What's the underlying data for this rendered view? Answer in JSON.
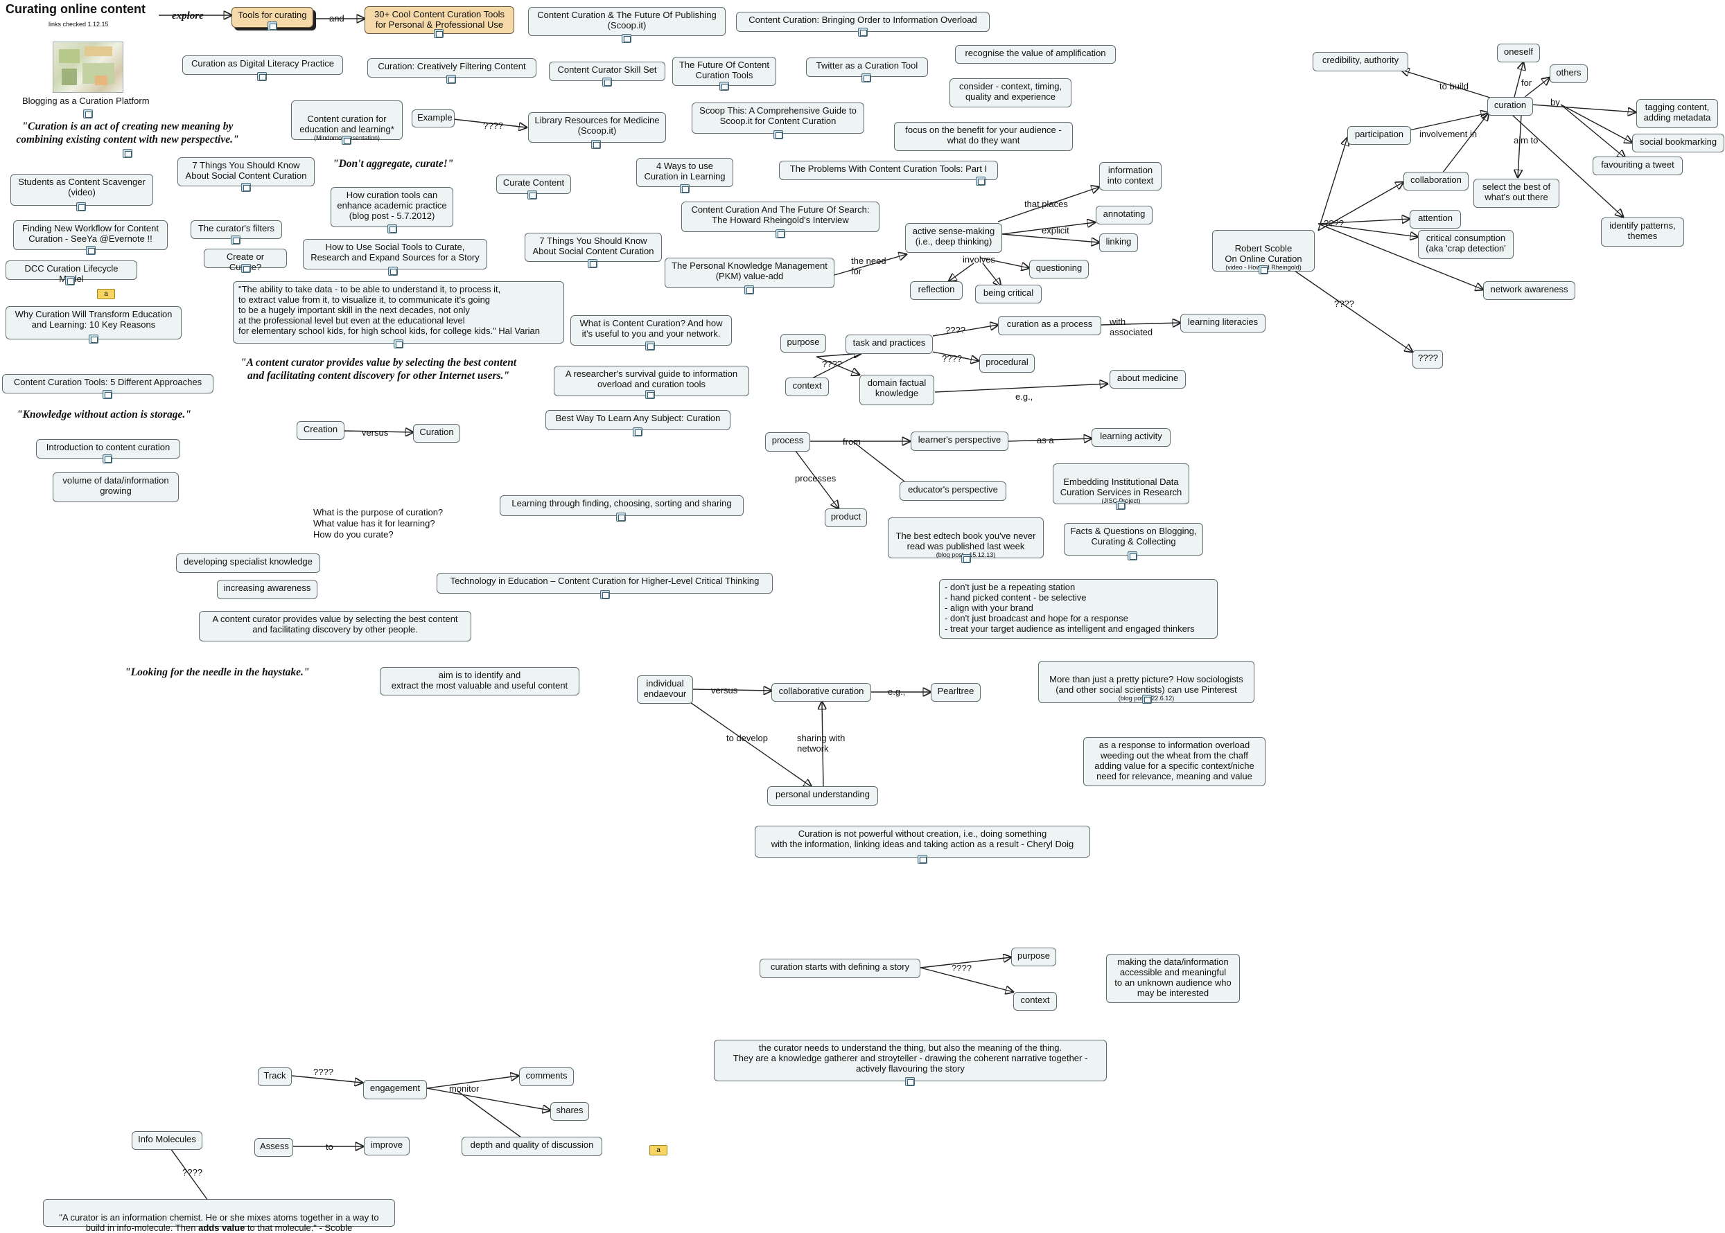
{
  "title": "Curating online content",
  "subtitle": "links checked 1.12.15",
  "thumbnail_label": "Blogging as a Curation Platform",
  "nodes": {
    "tools_for_curating": "Tools for curating",
    "cool_tools": "30+ Cool Content Curation Tools\nfor Personal & Professional Use",
    "future_publishing": "Content Curation & The Future Of Publishing\n(Scoop.it)",
    "bringing_order": "Content Curation: Bringing Order to Information Overload",
    "digital_literacy": "Curation as Digital Literacy Practice",
    "creatively_filtering": "Curation: Creatively Filtering Content",
    "skill_set": "Content Curator Skill Set",
    "future_tools": "The Future Of Content\nCuration Tools",
    "twitter_tool": "Twitter as a Curation Tool",
    "recognise_amplification": "recognise the value of amplification",
    "consider": "consider - context, timing,\nquality and experience",
    "curation_edu": "Content curation for\neducation and learning*",
    "curation_edu_sub": "(Mindomo presentation)",
    "example": "Example",
    "library_resources": "Library Resources for Medicine\n(Scoop.it)",
    "scoop_this": "Scoop This: A Comprehensive Guide to\nScoop.it for Content Curation",
    "focus_benefit": "focus on the benefit for your audience -\nwhat do they want",
    "students_scavenger": "Students as Content Scavenger\n(video)",
    "seven_things_a": "7 Things You Should Know\nAbout Social Content Curation",
    "curate_content": "Curate Content",
    "four_ways": "4 Ways to use\nCuration in Learning",
    "problems_tools": "The Problems With Content Curation Tools: Part I",
    "information_context": "information\ninto context",
    "finding_workflow": "Finding New Workflow for Content\nCuration - SeeYa @Evernote !!",
    "curators_filters": "The curator's filters",
    "how_tools_enhance": "How curation tools can\nenhance academic practice\n(blog post - 5.7.2012)",
    "future_search": "Content Curation And The Future Of Search:\nThe Howard Rheingold's Interview",
    "annotating": "annotating",
    "dcc_lifecycle": "DCC Curation Lifecycle Model",
    "create_or_curate": "Create or Curate?",
    "social_tools_story": "How to Use Social Tools to Curate,\nResearch and Expand Sources for a Story",
    "seven_things_b": "7 Things You Should Know\nAbout Social Content Curation",
    "active_sense": "active sense-making\n(i.e., deep thinking)",
    "linking": "linking",
    "pkm": "The Personal Knowledge Management\n(PKM) value-add",
    "questioning": "questioning",
    "reflection": "reflection",
    "being_critical": "being critical",
    "varian_quote": "\"The ability to take data - to be able to understand it, to process it,\nto extract value from it, to visualize it, to communicate it's going\nto be a hugely important skill in the next decades, not only\nat the professional level but even at the educational level\nfor elementary school kids, for high school kids, for college kids.\" Hal Varian",
    "why_transform": "Why Curation Will Transform Education\nand Learning: 10 Key Reasons",
    "what_is_curation": "What is Content Curation? And how\nit's useful to you and your network.",
    "purpose_a": "purpose",
    "task_practices": "task and practices",
    "curation_process": "curation as a process",
    "learning_literacies": "learning literacies",
    "procedural": "procedural",
    "researchers_guide": "A researcher's survival guide to information\noverload and curation tools",
    "context_a": "context",
    "domain_knowledge": "domain factual\nknowledge",
    "about_medicine": "about medicine",
    "five_approaches": "Content Curation Tools: 5 Different Approaches",
    "best_way": "Best Way To Learn Any Subject: Curation",
    "creation": "Creation",
    "curation_b": "Curation",
    "process": "process",
    "learners_perspective": "learner's perspective",
    "learning_activity": "learning activity",
    "intro_curation": "Introduction to content curation",
    "volume_data": "volume of data/information\ngrowing",
    "educators_perspective": "educator's perspective",
    "embedding": "Embedding Institutional Data\nCuration Services in Research",
    "embedding_sub": "(JISC Project)",
    "learning_finding": "Learning through finding, choosing, sorting and sharing",
    "product": "product",
    "edtech_book": "The best edtech book you've never\nread was published last week",
    "edtech_book_sub": "(blog post - 15.12.13)",
    "facts_questions": "Facts & Questions on Blogging,\nCurating & Collecting",
    "specialist_knowledge": "developing specialist knowledge",
    "tech_education": "Technology in Education – Content Curation for Higher-Level Critical Thinking",
    "repeating_station": "- don't just be a repeating station\n- hand picked content - be selective\n- align with your brand\n- don't just broadcast and hope for a response\n- treat your target audience as intelligent and engaged thinkers",
    "increasing_awareness": "increasing awareness",
    "curator_value": "A content curator provides value by selecting the best content\nand facilitating discovery by other people.",
    "aim_identify": "aim is to identify and\nextract the most valuable and useful content",
    "individual": "individual\nendaevour",
    "collaborative": "collaborative curation",
    "pearltree": "Pearltree",
    "pinterest": "More than just a pretty picture? How sociologists\n(and other social scientists) can use Pinterest",
    "pinterest_sub": "(blog post - 22.6.12)",
    "overload_response": "as a response to information overload\nweeding out the wheat from the chaff\nadding value for a specific context/niche\nneed for relevance, meaning and value",
    "personal_understanding": "personal understanding",
    "doig": "Curation is not powerful without creation, i.e., doing something\nwith the information, linking ideas and taking action as a result - Cheryl Doig",
    "story": "curation starts with defining a story",
    "purpose_b": "purpose",
    "context_b": "context",
    "making_accessible": "making the data/information\naccessible and meaningful\nto an unknown audience who\nmay be interested",
    "knowledge_gatherer": "the curator needs to understand the thing, but also the meaning of the thing.\nThey are a knowledge gatherer and stroyteller - drawing the coherent narrative together -\nactively flavouring the story",
    "track": "Track",
    "engagement": "engagement",
    "comments": "comments",
    "shares": "shares",
    "depth_quality": "depth and quality of discussion",
    "assess": "Assess",
    "improve": "improve",
    "info_molecules": "Info Molecules",
    "scoble_quote_pre": "\"A curator is an information chemist. He or she mixes atoms together in a way to\nbuild in info-molecule. Then ",
    "scoble_quote_bold": "adds value",
    "scoble_quote_post": " to that molecule.\" - Scoble",
    "credibility": "credibility, authority",
    "oneself": "oneself",
    "others": "others",
    "curation_c": "curation",
    "tagging": "tagging content,\nadding metadata",
    "participation": "participation",
    "social_bookmarking": "social bookmarking",
    "collaboration": "collaboration",
    "select_best": "select the best of\nwhat's out there",
    "favouriting": "favouriting a tweet",
    "attention": "attention",
    "scoble": "Robert Scoble\nOn Online Curation",
    "scoble_sub": "(video - Howard Rheingold)",
    "critical_consumption": "critical consumption\n(aka 'crap detection'",
    "identify_patterns": "identify patterns,\nthemes",
    "network_awareness": "network awareness",
    "qqqq": "????"
  },
  "quotes": {
    "q1": "\"Curation is an act of creating new meaning by\ncombining existing content with new perspective.\"",
    "q2": "\"Don't aggregate, curate!\"",
    "q3": "\"A content curator provides value by selecting the best content\nand facilitating content discovery for other Internet users.\"",
    "q4": "\"Knowledge without action is storage.\"",
    "q5": "\"Looking for the needle in the haystake.\""
  },
  "free_text": {
    "purpose_questions": "What is the purpose of curation?\nWhat value has it for learning?\nHow do you curate?"
  },
  "edge_labels": {
    "explore": "explore",
    "and": "and",
    "qqqq": "????",
    "that_places": "that places",
    "explicit": "explicit",
    "the_need_for": "the need\nfor",
    "involves": "involves",
    "with_associated": "with\nassociated",
    "eg": "e.g.,",
    "versus": "versus",
    "from": "from",
    "as_a": "as a",
    "processes": "processes",
    "to_develop": "to develop",
    "sharing_with_network": "sharing with\nnetwork",
    "monitor": "monitor",
    "to": "to",
    "to_build": "to build",
    "for": "for",
    "by": "by",
    "involvement_in": "involvement in",
    "aim_to": "aim to"
  },
  "note_icon_label": "a"
}
